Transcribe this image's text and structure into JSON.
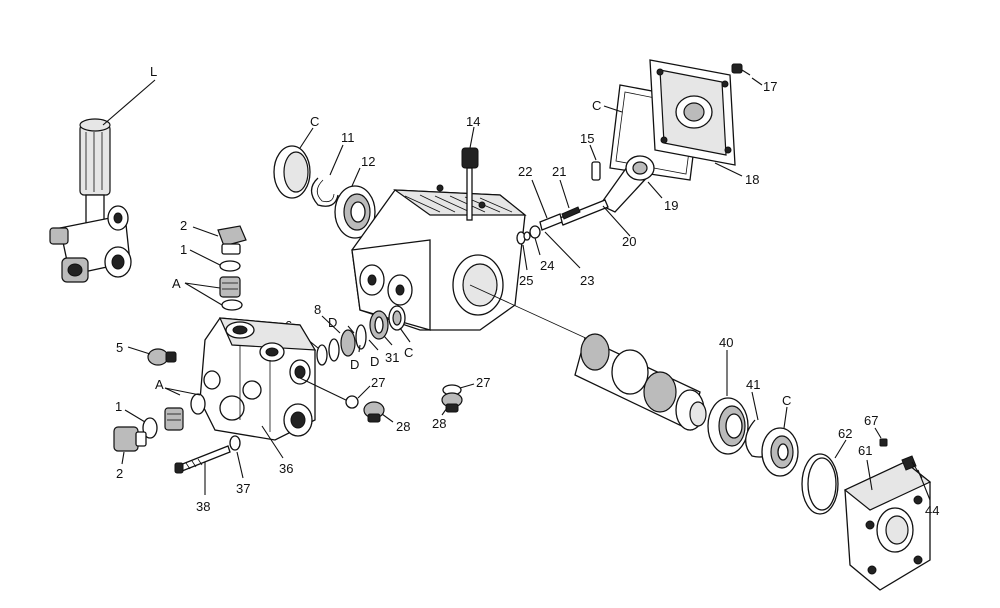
{
  "labels": {
    "L": "L",
    "C_top": "C",
    "p11": "11",
    "p12": "12",
    "p14": "14",
    "p15": "15",
    "p17": "17",
    "C_cover": "C",
    "p18": "18",
    "p19": "19",
    "p20": "20",
    "p21": "21",
    "p22": "22",
    "p23": "23",
    "p24": "24",
    "p25": "25",
    "p2_top": "2",
    "p1_top": "1",
    "A_top": "A",
    "p5": "5",
    "p6": "6",
    "p8": "8",
    "D1": "D",
    "D2": "D",
    "D3": "D",
    "p31": "31",
    "C_mid": "C",
    "A_bottom": "A",
    "p1_bottom": "1",
    "p27_a": "27",
    "p28_a": "28",
    "p27_b": "27",
    "p28_b": "28",
    "p2_bottom": "2",
    "p36": "36",
    "p37": "37",
    "p38": "38",
    "p40": "40",
    "p41": "41",
    "C_bearing": "C",
    "p62": "62",
    "p67": "67",
    "p61": "61",
    "p44": "44"
  }
}
